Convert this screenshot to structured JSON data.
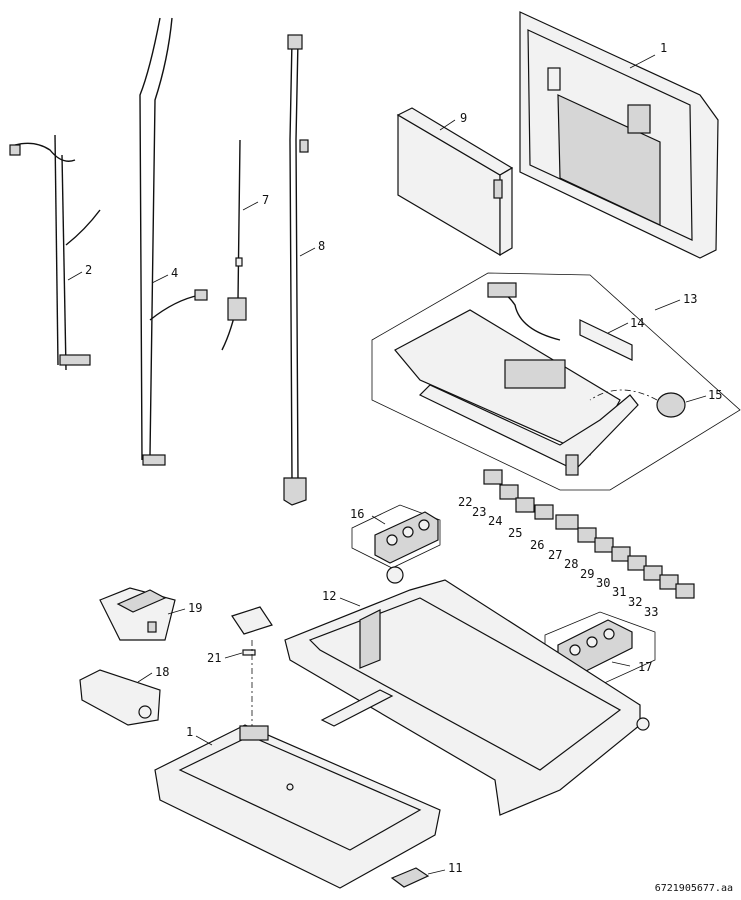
{
  "drawing_code": "6721905677.aa",
  "callouts": {
    "c1": "1",
    "c2": "2",
    "c4": "4",
    "c7": "7",
    "c8": "8",
    "c9": "9",
    "c11": "11",
    "c12": "12",
    "c13": "13",
    "c14": "14",
    "c15": "15",
    "c16": "16",
    "c17": "17",
    "c18": "18",
    "c19": "19",
    "c21": "21",
    "c22": "22",
    "c23": "23",
    "c24": "24",
    "c25": "25",
    "c26": "26",
    "c27": "27",
    "c28": "28",
    "c29": "29",
    "c30": "30",
    "c31": "31",
    "c32": "32",
    "c33": "33"
  }
}
